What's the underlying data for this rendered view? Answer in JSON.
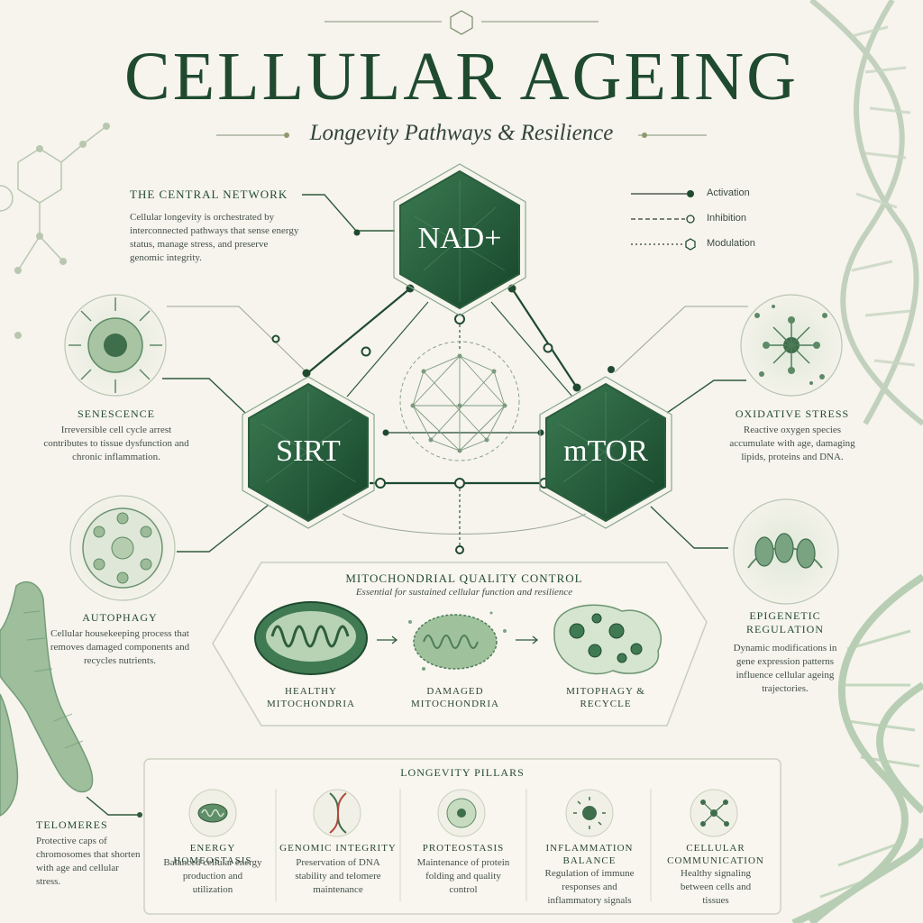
{
  "title": "CELLULAR AGEING",
  "subtitle": "Longevity Pathways & Resilience",
  "network": {
    "heading": "THE CENTRAL NETWORK",
    "description": "Cellular longevity is orchestrated by interconnected pathways that sense energy status, manage stress, and preserve genomic integrity."
  },
  "legend": [
    {
      "label": "Activation",
      "icon": "filled-dot-icon"
    },
    {
      "label": "Inhibition",
      "icon": "open-circle-icon"
    },
    {
      "label": "Modulation",
      "icon": "hexagon-icon"
    }
  ],
  "hubs": {
    "nad": "NAD+",
    "sirt": "SIRT",
    "mtor": "mTOR"
  },
  "sides": {
    "senescence": {
      "title": "SENESCENCE",
      "text": "Irreversible cell cycle arrest contributes to tissue dysfunction and chronic inflammation."
    },
    "autophagy": {
      "title": "AUTOPHAGY",
      "text": "Cellular housekeeping process that removes damaged components and recycles nutrients."
    },
    "oxidative": {
      "title": "OXIDATIVE STRESS",
      "text": "Reactive oxygen species accumulate with age, damaging lipids, proteins and DNA."
    },
    "epigenetic": {
      "title": "EPIGENETIC REGULATION",
      "text": "Dynamic modifications in gene expression patterns influence cellular ageing trajectories."
    },
    "telomeres": {
      "title": "TELOMERES",
      "text": "Protective caps of chromosomes that shorten with age and cellular stress."
    }
  },
  "mito": {
    "title": "MITOCHONDRIAL QUALITY CONTROL",
    "subtitle": "Essential for sustained cellular function and resilience",
    "stages": [
      "HEALTHY MITOCHONDRIA",
      "DAMAGED MITOCHONDRIA",
      "MITOPHAGY & RECYCLE"
    ]
  },
  "pillars": {
    "title": "LONGEVITY PILLARS",
    "items": [
      {
        "title": "ENERGY HOMEOSTASIS",
        "text": "Balanced cellular energy production and utilization",
        "icon": "mitochondrion-icon"
      },
      {
        "title": "GENOMIC INTEGRITY",
        "text": "Preservation of DNA stability and telomere maintenance",
        "icon": "dna-icon"
      },
      {
        "title": "PROTEOSTASIS",
        "text": "Maintenance of protein folding and quality control",
        "icon": "cell-icon"
      },
      {
        "title": "INFLAMMATION BALANCE",
        "text": "Regulation of immune responses and inflammatory signals",
        "icon": "immune-cell-icon"
      },
      {
        "title": "CELLULAR COMMUNICATION",
        "text": "Healthy signaling between cells and tissues",
        "icon": "network-icon"
      }
    ]
  },
  "colors": {
    "accent": "#1f5a38",
    "light": "#6e9a78",
    "background": "#f6f4ec"
  }
}
